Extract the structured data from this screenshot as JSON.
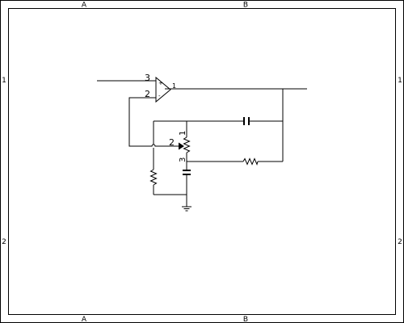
{
  "frame": {
    "columns": [
      "A",
      "B"
    ],
    "rows": [
      "1",
      "2"
    ]
  },
  "opamp": {
    "pin_noninverting": "3",
    "pin_inverting": "2",
    "pin_output": "1",
    "sign_plus": "+",
    "sign_minus": "-"
  },
  "potentiometer": {
    "pin_top": "1",
    "pin_wiper": "2",
    "pin_bottom": "3"
  },
  "colors": {
    "line": "#000000",
    "background": "#ffffff"
  }
}
